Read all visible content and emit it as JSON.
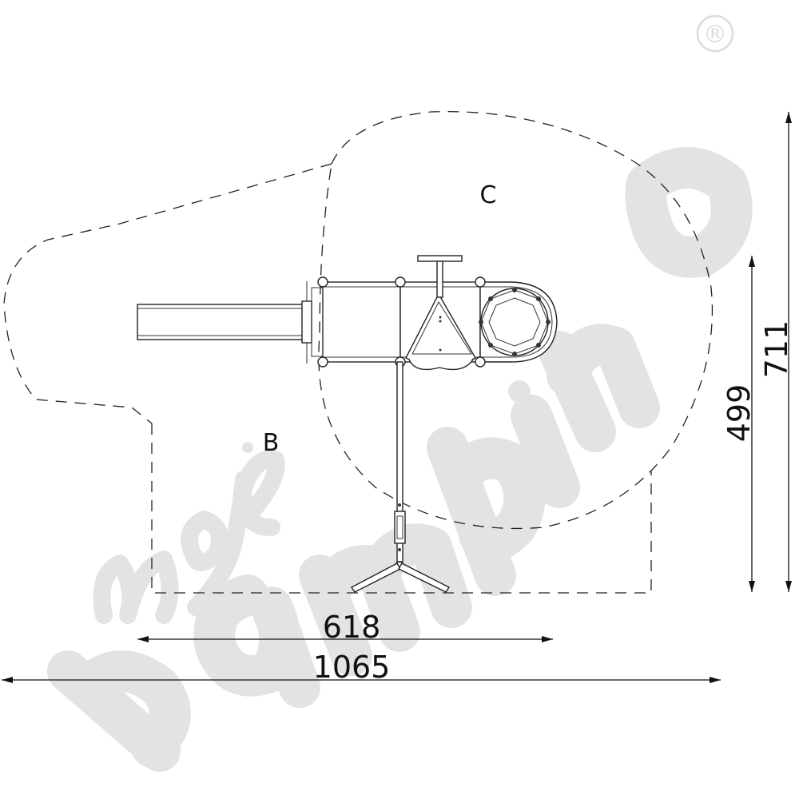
{
  "drawing": {
    "zones": {
      "b": "B",
      "c": "C"
    },
    "dimensions": {
      "width_inner": "618",
      "width_total": "1065",
      "depth_inner": "499",
      "depth_total": "711"
    }
  },
  "watermark": {
    "brand": "moje bambino",
    "registered_mark": "®",
    "color": "#e3e3e3"
  },
  "colors": {
    "line": "#222222",
    "background": "#ffffff"
  }
}
